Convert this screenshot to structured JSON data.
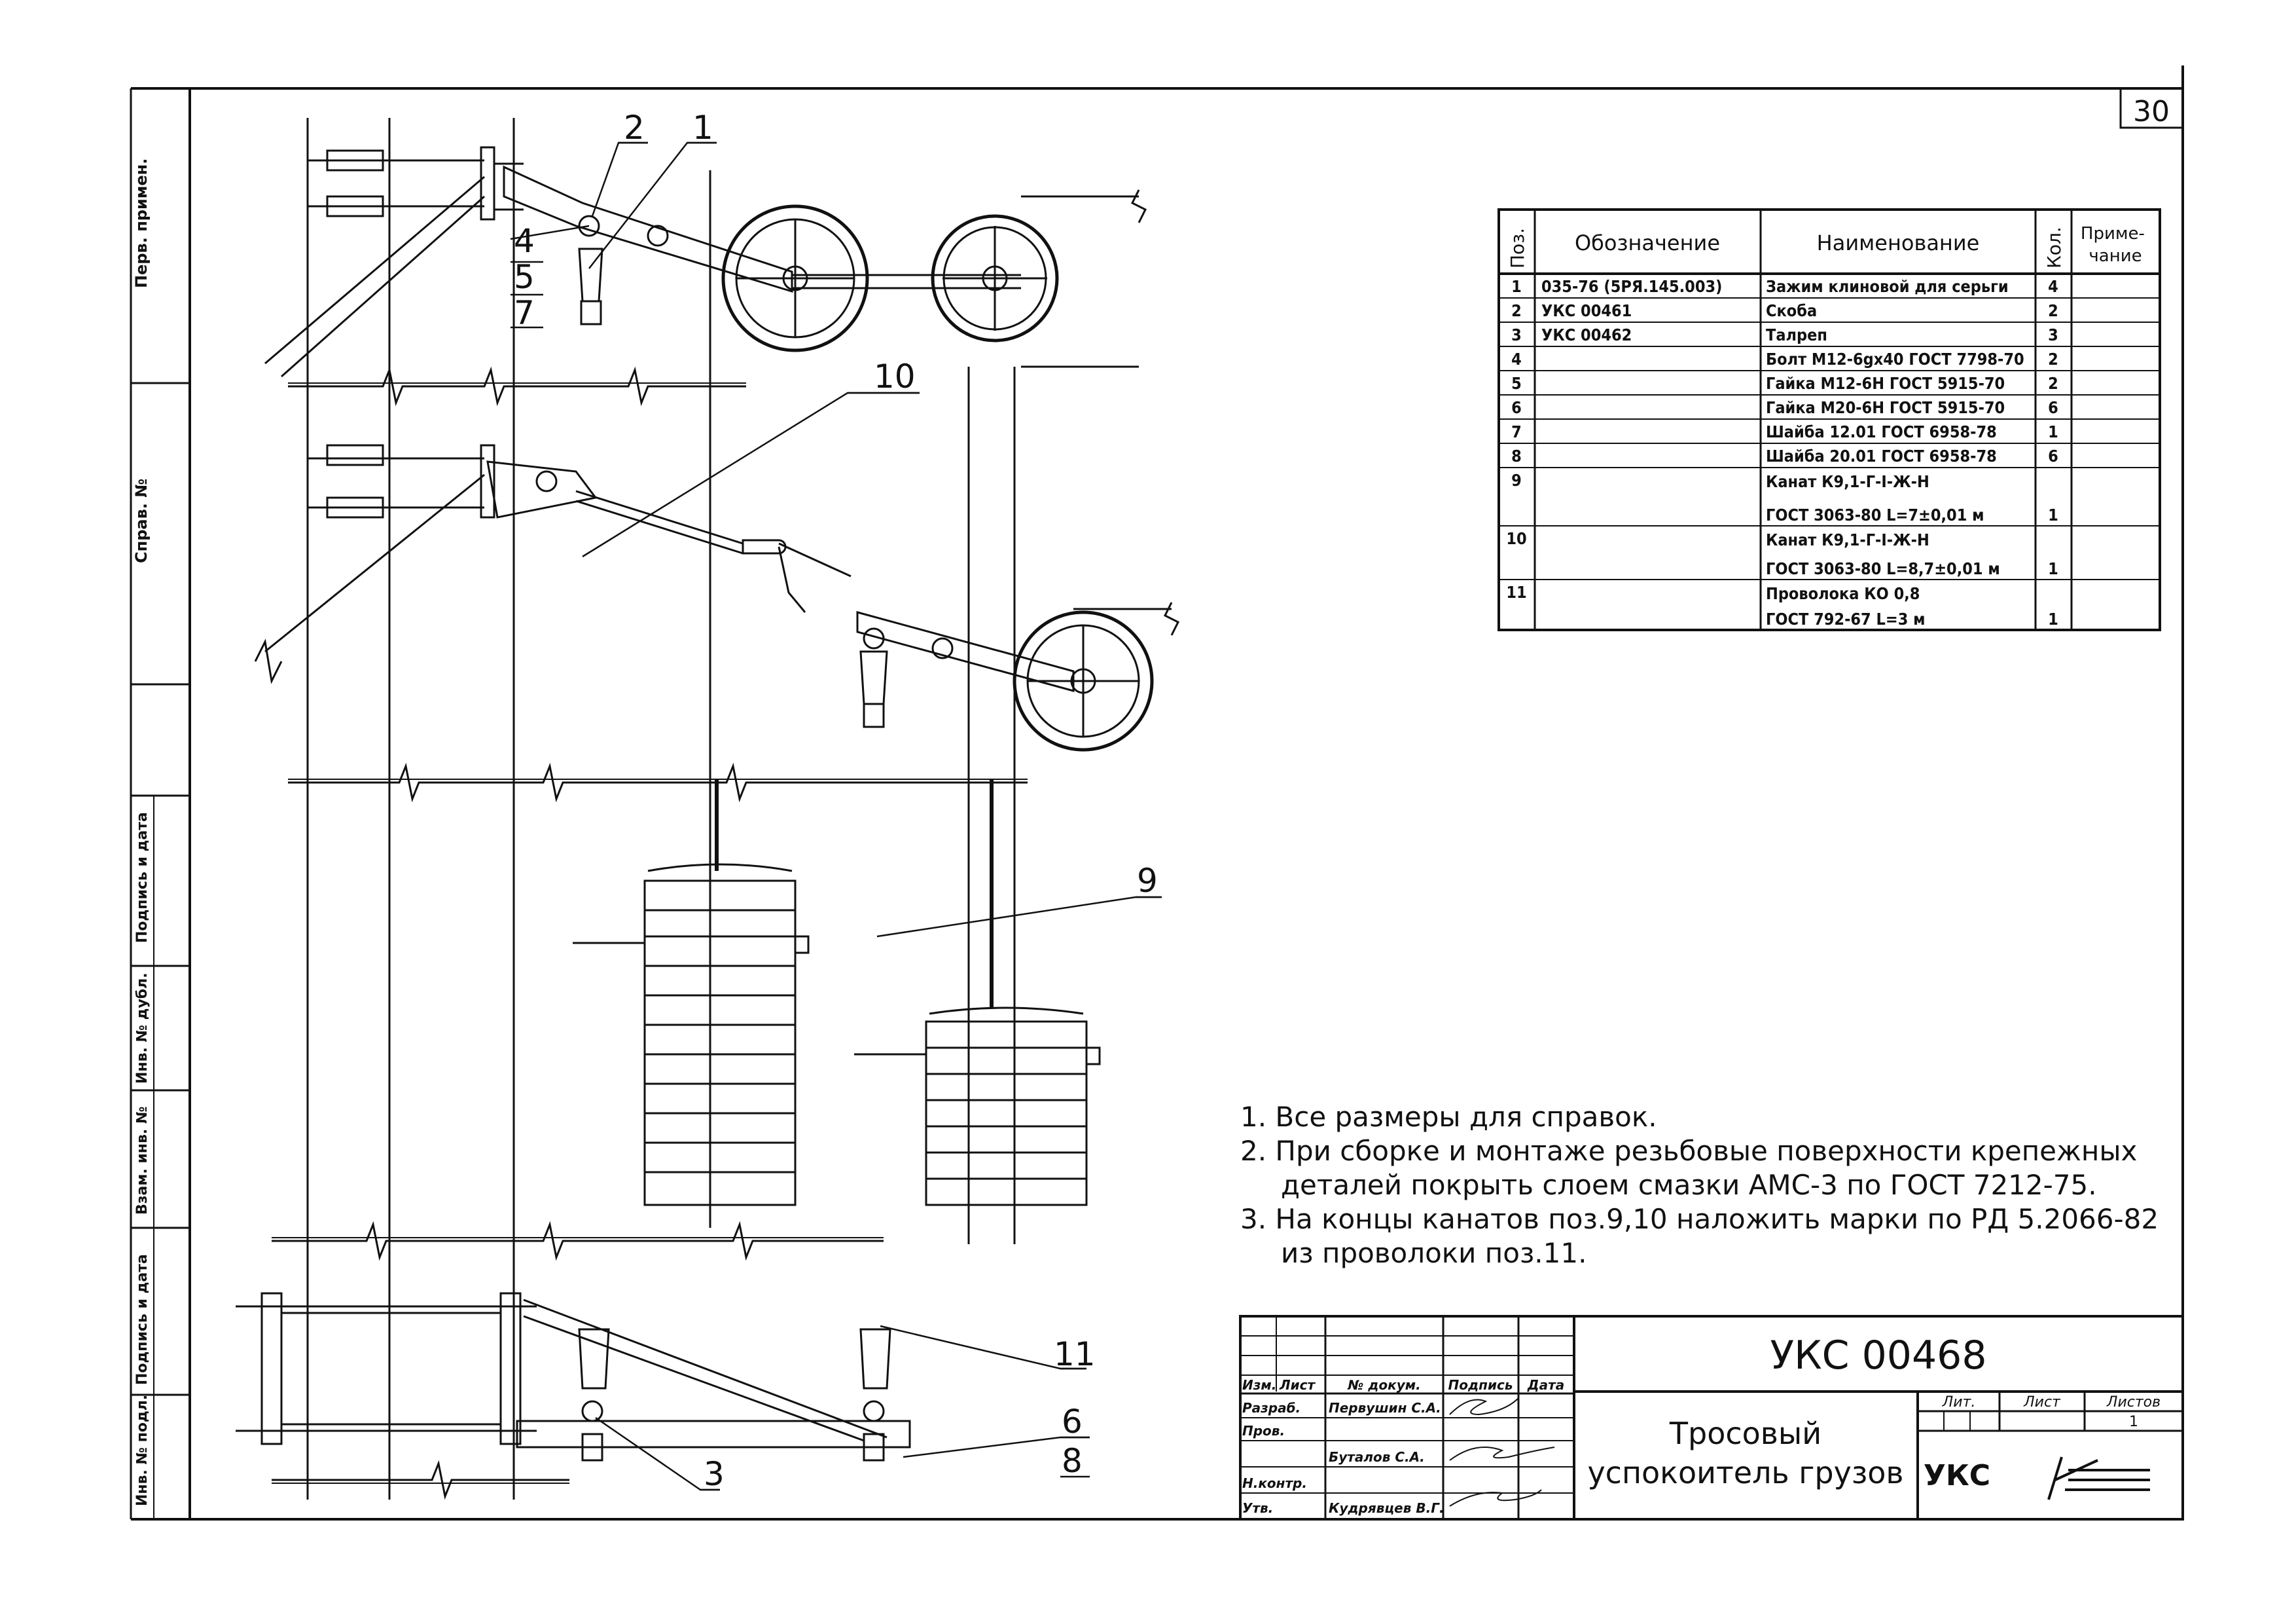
{
  "sheet": {
    "number": "30",
    "left_strip": [
      "Перв. примен.",
      "Справ. №",
      "Подпись и дата",
      "Инв. № дубл.",
      "Взам. инв. №",
      "Подпись и дата",
      "Инв. № подл."
    ]
  },
  "callouts": [
    "2",
    "1",
    "4",
    "5",
    "7",
    "10",
    "9",
    "11",
    "6",
    "8",
    "3"
  ],
  "spec_table": {
    "headers": {
      "pos": "Поз.",
      "designation": "Обозначение",
      "name": "Наименование",
      "qty": "Кол.",
      "note": "Приме-\nчание"
    },
    "rows": [
      {
        "pos": "1",
        "designation": "035-76 (5РЯ.145.003)",
        "name": "Зажим клиновой для серьги",
        "qty": "4",
        "note": ""
      },
      {
        "pos": "2",
        "designation": "УКС 00461",
        "name": "Скоба",
        "qty": "2",
        "note": ""
      },
      {
        "pos": "3",
        "designation": "УКС 00462",
        "name": "Талреп",
        "qty": "3",
        "note": ""
      },
      {
        "pos": "4",
        "designation": "",
        "name": "Болт М12-6gx40 ГОСТ 7798-70",
        "qty": "2",
        "note": ""
      },
      {
        "pos": "5",
        "designation": "",
        "name": "Гайка М12-6Н ГОСТ 5915-70",
        "qty": "2",
        "note": ""
      },
      {
        "pos": "6",
        "designation": "",
        "name": "Гайка М20-6Н ГОСТ 5915-70",
        "qty": "6",
        "note": ""
      },
      {
        "pos": "7",
        "designation": "",
        "name": "Шайба 12.01 ГОСТ 6958-78",
        "qty": "1",
        "note": ""
      },
      {
        "pos": "8",
        "designation": "",
        "name": "Шайба 20.01 ГОСТ 6958-78",
        "qty": "6",
        "note": ""
      },
      {
        "pos": "9",
        "designation": "",
        "name": "Канат К9,1-Г-I-Ж-Н\nГОСТ 3063-80 L=7±0,01 м",
        "qty": "1",
        "note": ""
      },
      {
        "pos": "10",
        "designation": "",
        "name": "Канат К9,1-Г-I-Ж-Н\nГОСТ 3063-80 L=8,7±0,01 м",
        "qty": "1",
        "note": ""
      },
      {
        "pos": "11",
        "designation": "",
        "name": "Проволока КО 0,8\nГОСТ 792-67 L=3 м",
        "qty": "1",
        "note": ""
      }
    ]
  },
  "notes": [
    "1.  Все размеры для справок.",
    "2.  При сборке и монтаже резьбовые поверхности крепежных",
    "деталей покрыть слоем смазки АМС-3 по ГОСТ 7212-75.",
    "3.  На концы канатов поз.9,10 наложить марки по РД 5.2066-82",
    "из проволоки поз.11."
  ],
  "title_block": {
    "code": "УКС 00468",
    "title_line1": "Тросовый",
    "title_line2": "успокоитель грузов",
    "org": "УКС",
    "col_headers": [
      "Изм.",
      "Лист",
      "№ докум.",
      "Подпись",
      "Дата"
    ],
    "roles": [
      "Разраб.",
      "Пров.",
      "",
      "Н.контр.",
      "Утв."
    ],
    "people": [
      "Первушин С.А.",
      "",
      "Буталов С.А.",
      "",
      "Кудрявцев В.Г."
    ],
    "lit_label": "Лит.",
    "sheet_label": "Лист",
    "sheets_label": "Листов",
    "sheets_value": "1"
  }
}
